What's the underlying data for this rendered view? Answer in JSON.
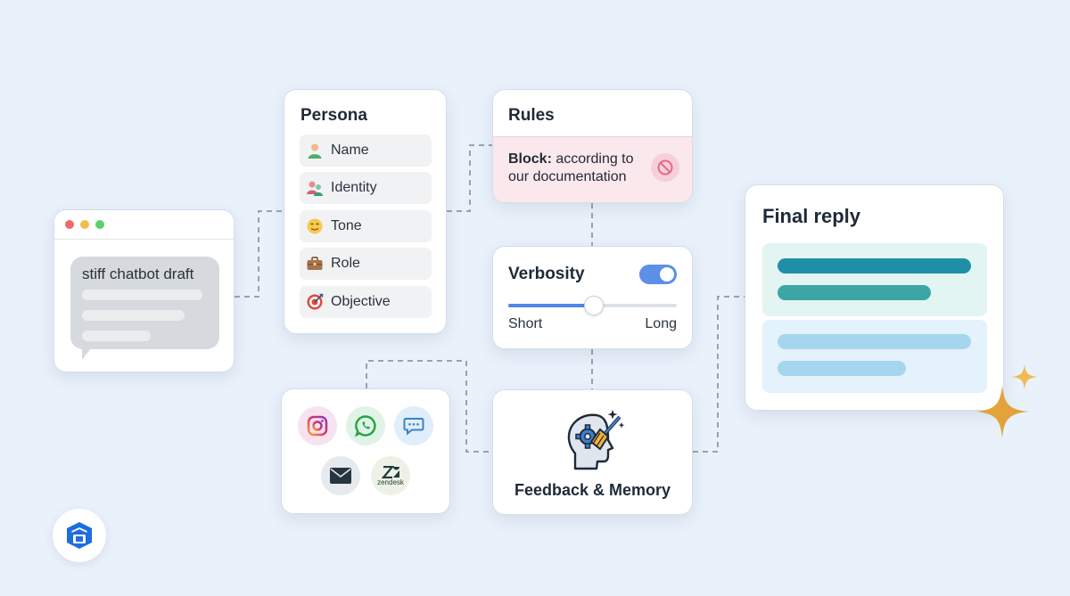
{
  "draft": {
    "text": "stiff chatbot draft"
  },
  "persona": {
    "title": "Persona",
    "items": [
      {
        "label": "Name",
        "icon": "person-icon"
      },
      {
        "label": "Identity",
        "icon": "identity-icon"
      },
      {
        "label": "Tone",
        "icon": "smile-icon"
      },
      {
        "label": "Role",
        "icon": "briefcase-icon"
      },
      {
        "label": "Objective",
        "icon": "target-icon"
      }
    ]
  },
  "rules": {
    "title": "Rules",
    "block_label": "Block:",
    "block_text": "according to our documentation",
    "icon": "ban-icon"
  },
  "verbosity": {
    "title": "Verbosity",
    "enabled": true,
    "level": 0.5,
    "min_label": "Short",
    "max_label": "Long"
  },
  "channels": {
    "items": [
      {
        "name": "instagram-icon",
        "bg": "#f6e3ef"
      },
      {
        "name": "whatsapp-icon",
        "bg": "#dff4e6"
      },
      {
        "name": "chat-icon",
        "bg": "#dfeefa"
      },
      {
        "name": "email-icon",
        "bg": "#e6e9ed"
      },
      {
        "name": "zendesk-icon",
        "label": "zendesk",
        "bg": "#eef2e6"
      }
    ]
  },
  "feedback": {
    "title": "Feedback & Memory",
    "icon": "brain-brush-icon"
  },
  "final": {
    "title": "Final reply"
  },
  "colors": {
    "accent": "#5b8fe8",
    "teal": "#1f8fa8",
    "sparkle": "#e3a23a",
    "block_bg": "#fbe8ec"
  }
}
